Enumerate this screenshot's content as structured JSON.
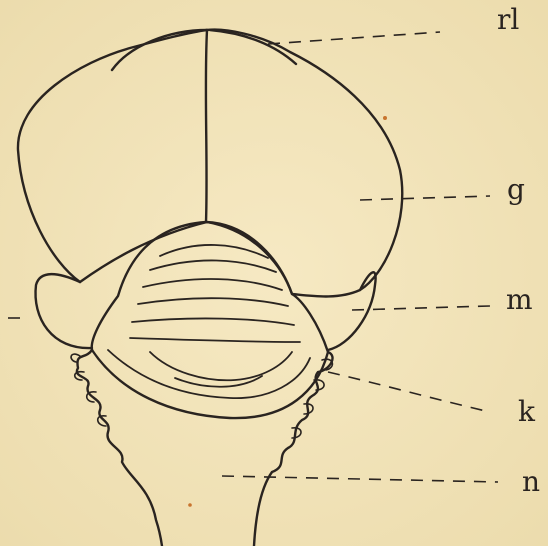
{
  "labels": {
    "rl": "rl",
    "g": "g",
    "m": "m",
    "k": "k",
    "n": "n"
  },
  "colors": {
    "paper": "#f1e3b9",
    "ink": "#2a2420",
    "stain": "#c8742e"
  }
}
